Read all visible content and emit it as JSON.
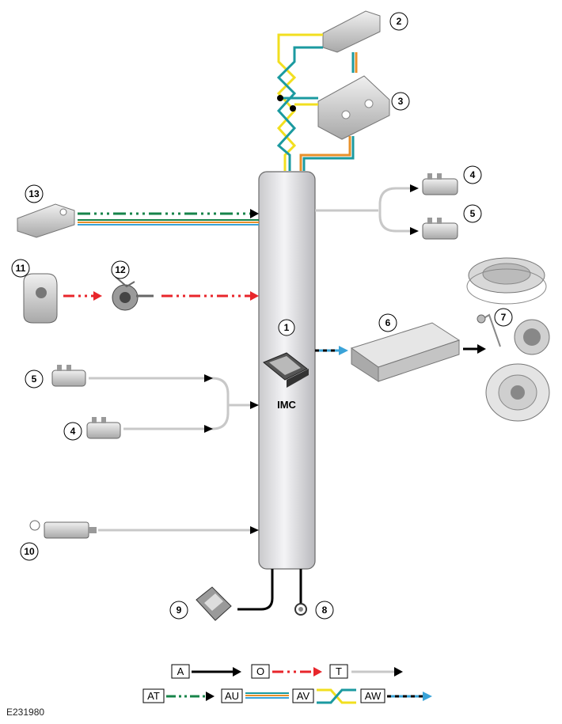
{
  "module": {
    "number": "1",
    "label": "IMC"
  },
  "components": {
    "c2": "2",
    "c3": "3",
    "c4_right": "4",
    "c5_right": "5",
    "c6": "6",
    "c7": "7",
    "c8": "8",
    "c9": "9",
    "c10": "10",
    "c11": "11",
    "c12": "12",
    "c13": "13",
    "c5_left": "5",
    "c4_left": "4"
  },
  "legend": {
    "A": "A",
    "O": "O",
    "T": "T",
    "AT": "AT",
    "AU": "AU",
    "AV": "AV",
    "AW": "AW"
  },
  "colors": {
    "yellow": "#f2df1f",
    "teal": "#1b9aa0",
    "green": "#17844a",
    "red": "#e8262b",
    "orange": "#e8902a",
    "grey": "#c8c8c8",
    "blue": "#3aa3d8"
  },
  "reference": "E231980"
}
